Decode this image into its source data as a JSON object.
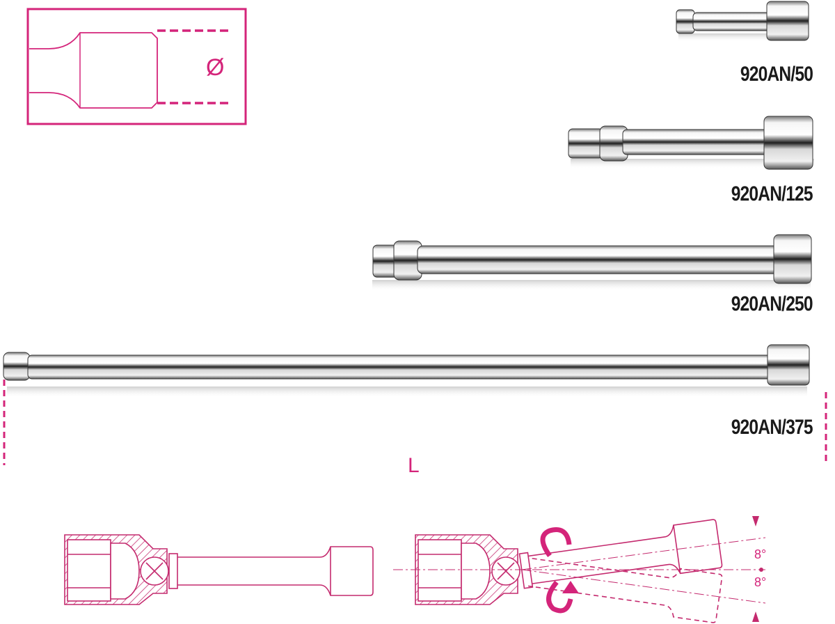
{
  "colors": {
    "accent": "#d4247a",
    "text": "#1a1a1a",
    "chrome_dark": "#2a2a2a",
    "chrome_light": "#f2f2f2"
  },
  "detail_box": {
    "diameter_symbol": "Ø"
  },
  "products": [
    {
      "code": "920AN/50"
    },
    {
      "code": "920AN/125"
    },
    {
      "code": "920AN/250"
    },
    {
      "code": "920AN/375"
    }
  ],
  "dimension": {
    "length_label": "L"
  },
  "angle_diagram": {
    "upper_angle": "8°",
    "lower_angle": "8°"
  }
}
